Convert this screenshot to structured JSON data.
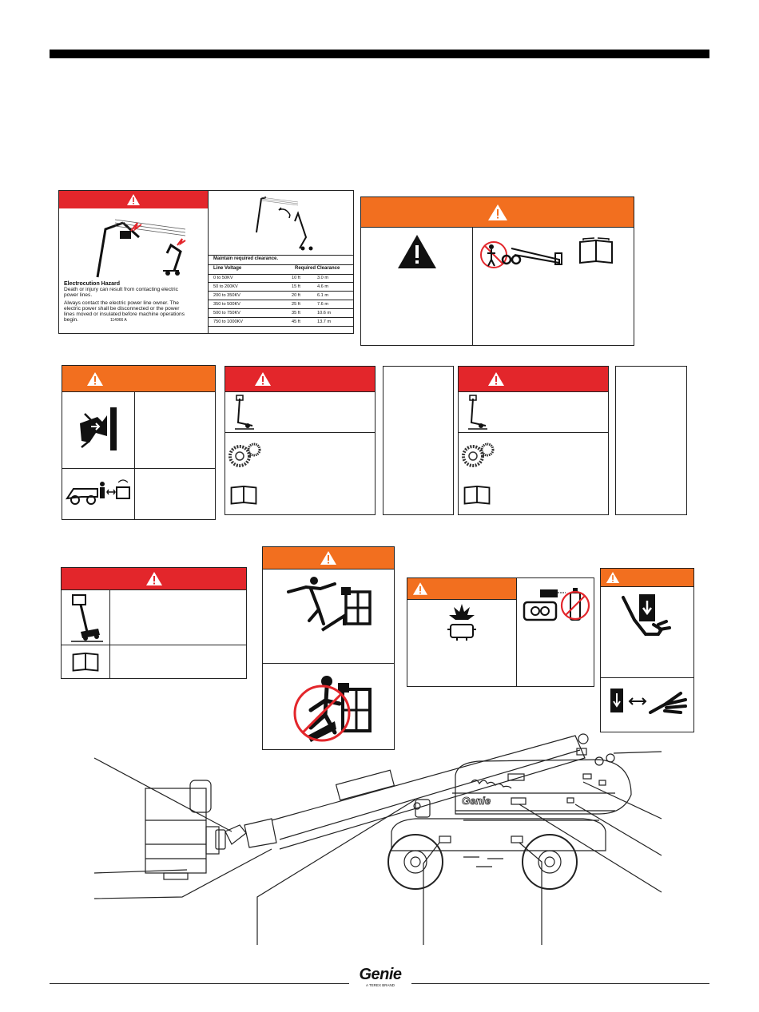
{
  "page": {
    "top_rule_color": "#000000"
  },
  "colors": {
    "danger_red": "#e3262b",
    "warning_orange": "#f26f1f",
    "line": "#222222"
  },
  "decal_electrocution": {
    "heading": "Electrocution Hazard",
    "line1": "Death or injury can result from contacting electric",
    "line2": "power lines.",
    "line3": "Always contact the electric power line owner. The",
    "line4": "electric power shall be disconnected or the power",
    "line5": "lines moved or insulated before machine operations",
    "line6": "begin.",
    "part_number": "114966 A",
    "clearance_title": "Maintain required clearance.",
    "col_voltage": "Line Voltage",
    "col_clearance": "Required Clearance",
    "rows": [
      {
        "voltage": "0 to 50KV",
        "ft": "10 ft",
        "m": "3.0 m"
      },
      {
        "voltage": "50 to 200KV",
        "ft": "15 ft",
        "m": "4.6 m"
      },
      {
        "voltage": "200 to 350KV",
        "ft": "20 ft",
        "m": "6.1 m"
      },
      {
        "voltage": "350 to 500KV",
        "ft": "25 ft",
        "m": "7.6 m"
      },
      {
        "voltage": "500 to 750KV",
        "ft": "35 ft",
        "m": "10.6 m"
      },
      {
        "voltage": "750 to 1000KV",
        "ft": "45 ft",
        "m": "13.7 m"
      }
    ]
  },
  "footer": {
    "brand": "Genie",
    "tagline": "A TEREX BRAND"
  },
  "icons": {
    "warning_triangle": "warning-triangle-icon",
    "manual": "manual-book-icon",
    "crush": "crush-hazard-icon",
    "fall": "fall-hazard-icon",
    "explosion": "explosion-hazard-icon",
    "hand_crush": "hand-crush-icon",
    "tip_over": "tip-over-icon",
    "tire": "tire-icon",
    "electrocution": "electrocution-icon"
  }
}
